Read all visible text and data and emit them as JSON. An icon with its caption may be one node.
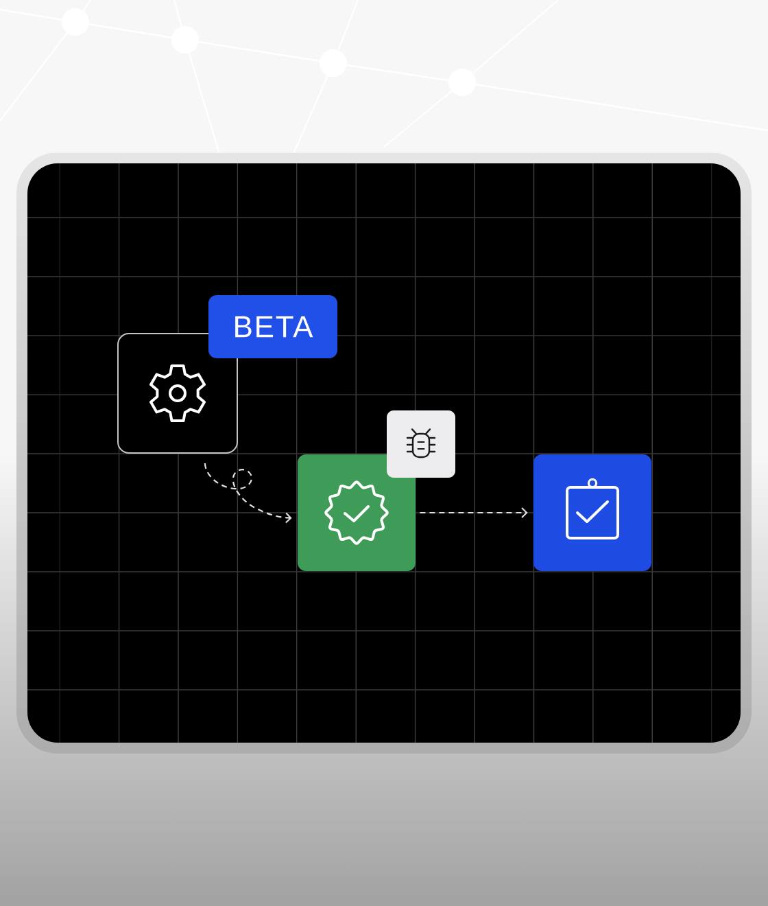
{
  "diagram": {
    "nodes": [
      {
        "text": [],
        "shape": "box"
      },
      {
        "text": [
          "BETA"
        ]
      },
      {
        "text": [],
        "shape": "box"
      },
      {
        "text": [],
        "shape": "box"
      },
      {
        "text": [],
        "shape": "box"
      }
    ],
    "edges": [
      {
        "from": 0,
        "to": 2,
        "arrow": "to",
        "style": "dashed"
      },
      {
        "from": 2,
        "to": 4,
        "arrow": "to",
        "style": "dashed"
      }
    ]
  }
}
